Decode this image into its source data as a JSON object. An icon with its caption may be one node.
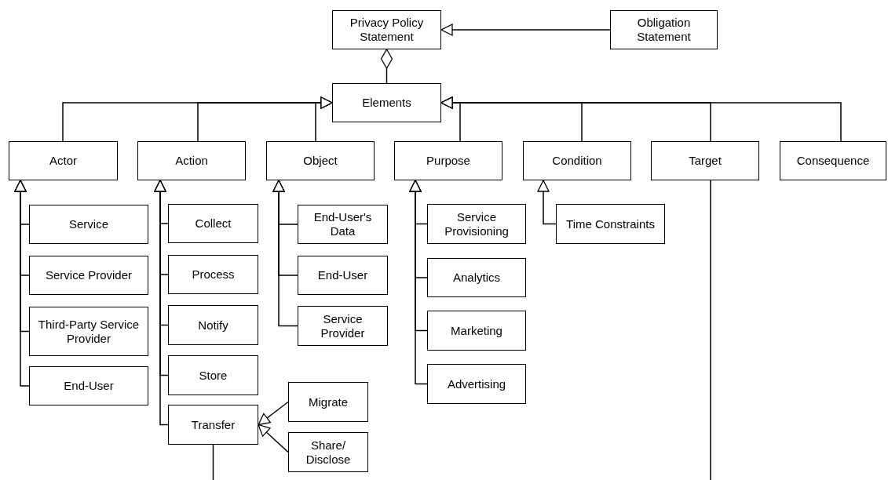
{
  "diagram": {
    "nodes": [
      {
        "text": [
          "Privacy Policy Statement"
        ]
      },
      {
        "text": [
          "Obligation Statement"
        ]
      },
      {
        "text": [
          "Elements"
        ]
      },
      {
        "text": [
          "Actor"
        ]
      },
      {
        "text": [
          "Action"
        ]
      },
      {
        "text": [
          "Object"
        ]
      },
      {
        "text": [
          "Purpose"
        ]
      },
      {
        "text": [
          "Condition"
        ]
      },
      {
        "text": [
          "Target"
        ]
      },
      {
        "text": [
          "Consequence"
        ]
      },
      {
        "text": [
          "Service"
        ]
      },
      {
        "text": [
          "Service Provider"
        ]
      },
      {
        "text": [
          "Third-Party Service Provider"
        ]
      },
      {
        "text": [
          "End-User"
        ]
      },
      {
        "text": [
          "Collect"
        ]
      },
      {
        "text": [
          "Process"
        ]
      },
      {
        "text": [
          "Notify"
        ]
      },
      {
        "text": [
          "Store"
        ]
      },
      {
        "text": [
          "Transfer"
        ]
      },
      {
        "text": [
          "Migrate"
        ]
      },
      {
        "text": [
          "Share/ Disclose"
        ]
      },
      {
        "text": [
          "End-User's Data"
        ]
      },
      {
        "text": [
          "End-User"
        ]
      },
      {
        "text": [
          "Service Provider"
        ]
      },
      {
        "text": [
          "Service Provisioning"
        ]
      },
      {
        "text": [
          "Analytics"
        ]
      },
      {
        "text": [
          "Marketing"
        ]
      },
      {
        "text": [
          "Advertising"
        ]
      },
      {
        "text": [
          "Time Constraints"
        ]
      }
    ],
    "edges": [
      {
        "from": 1,
        "to": 0,
        "arrow": "to"
      },
      {
        "from": 2,
        "to": 0,
        "arrow": "other"
      },
      {
        "from": 3,
        "to": 2,
        "arrow": "to"
      },
      {
        "from": 4,
        "to": 2,
        "arrow": "to"
      },
      {
        "from": 5,
        "to": 2,
        "arrow": "to"
      },
      {
        "from": 6,
        "to": 2,
        "arrow": "to"
      },
      {
        "from": 7,
        "to": 2,
        "arrow": "to"
      },
      {
        "from": 8,
        "to": 2,
        "arrow": "to"
      },
      {
        "from": 9,
        "to": 2,
        "arrow": "to"
      },
      {
        "from": 10,
        "to": 3,
        "arrow": "to"
      },
      {
        "from": 11,
        "to": 3,
        "arrow": "to"
      },
      {
        "from": 12,
        "to": 3,
        "arrow": "to"
      },
      {
        "from": 13,
        "to": 3,
        "arrow": "to"
      },
      {
        "from": 14,
        "to": 4,
        "arrow": "to"
      },
      {
        "from": 15,
        "to": 4,
        "arrow": "to"
      },
      {
        "from": 16,
        "to": 4,
        "arrow": "to"
      },
      {
        "from": 17,
        "to": 4,
        "arrow": "to"
      },
      {
        "from": 18,
        "to": 4,
        "arrow": "to"
      },
      {
        "from": 19,
        "to": 18,
        "arrow": "to"
      },
      {
        "from": 20,
        "to": 18,
        "arrow": "to"
      },
      {
        "from": 21,
        "to": 5,
        "arrow": "to"
      },
      {
        "from": 22,
        "to": 5,
        "arrow": "to"
      },
      {
        "from": 23,
        "to": 5,
        "arrow": "to"
      },
      {
        "from": 24,
        "to": 6,
        "arrow": "to"
      },
      {
        "from": 25,
        "to": 6,
        "arrow": "to"
      },
      {
        "from": 26,
        "to": 6,
        "arrow": "to"
      },
      {
        "from": 27,
        "to": 6,
        "arrow": "to"
      },
      {
        "from": 28,
        "to": 7,
        "arrow": "to"
      },
      {
        "from": 18,
        "to": null,
        "arrow": "none"
      },
      {
        "from": 8,
        "to": null,
        "arrow": "none"
      }
    ]
  }
}
